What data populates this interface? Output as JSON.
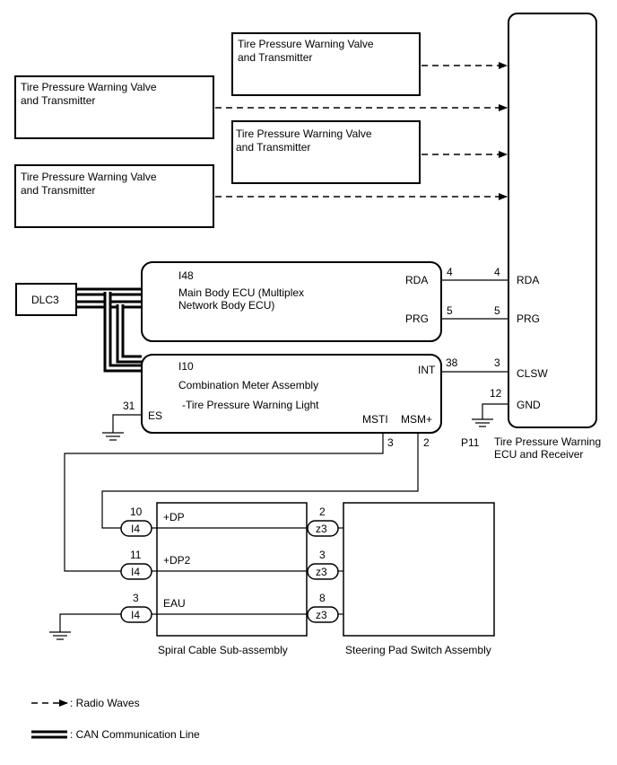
{
  "transmitters": [
    {
      "line1": "Tire Pressure Warning Valve",
      "line2": "and Transmitter"
    },
    {
      "line1": "Tire Pressure Warning Valve",
      "line2": "and Transmitter"
    },
    {
      "line1": "Tire Pressure Warning Valve",
      "line2": "and Transmitter"
    },
    {
      "line1": "Tire Pressure Warning Valve",
      "line2": "and Transmitter"
    }
  ],
  "dlc3": {
    "label": "DLC3"
  },
  "main_body_ecu": {
    "connector": "I48",
    "line1": "Main Body ECU (Multiplex",
    "line2": "Network Body ECU)",
    "pin_rda": "RDA",
    "pin_prg": "PRG",
    "num_rda": "4",
    "num_prg": "5"
  },
  "combination_meter": {
    "connector": "I10",
    "line1": "Combination Meter Assembly",
    "line2": "-Tire  Pressure Warning Light",
    "pin_int": "INT",
    "pin_es": "ES",
    "pin_msti": "MSTI",
    "pin_msm": "MSM+",
    "num_int": "38",
    "num_es": "31",
    "num_msti": "3",
    "num_msm": "2"
  },
  "tpms_ecu": {
    "connector": "P11",
    "line1": "Tire Pressure Warning",
    "line2": "ECU and Receiver",
    "pin_rda": "RDA",
    "pin_prg": "PRG",
    "pin_clsw": "CLSW",
    "pin_gnd": "GND",
    "num_rda": "4",
    "num_prg": "5",
    "num_clsw": "3",
    "num_gnd": "12"
  },
  "spiral_cable": {
    "label": "Spiral Cable Sub-assembly",
    "left_connector": "I4",
    "right_connector": "z3",
    "rows": [
      {
        "signal": "+DP",
        "left_pin": "10",
        "right_pin": "2"
      },
      {
        "signal": "+DP2",
        "left_pin": "11",
        "right_pin": "3"
      },
      {
        "signal": "EAU",
        "left_pin": "3",
        "right_pin": "8"
      }
    ]
  },
  "steering_pad": {
    "label": "Steering Pad Switch Assembly"
  },
  "legend": {
    "radio": ": Radio Waves",
    "can": ": CAN Communication Line"
  }
}
